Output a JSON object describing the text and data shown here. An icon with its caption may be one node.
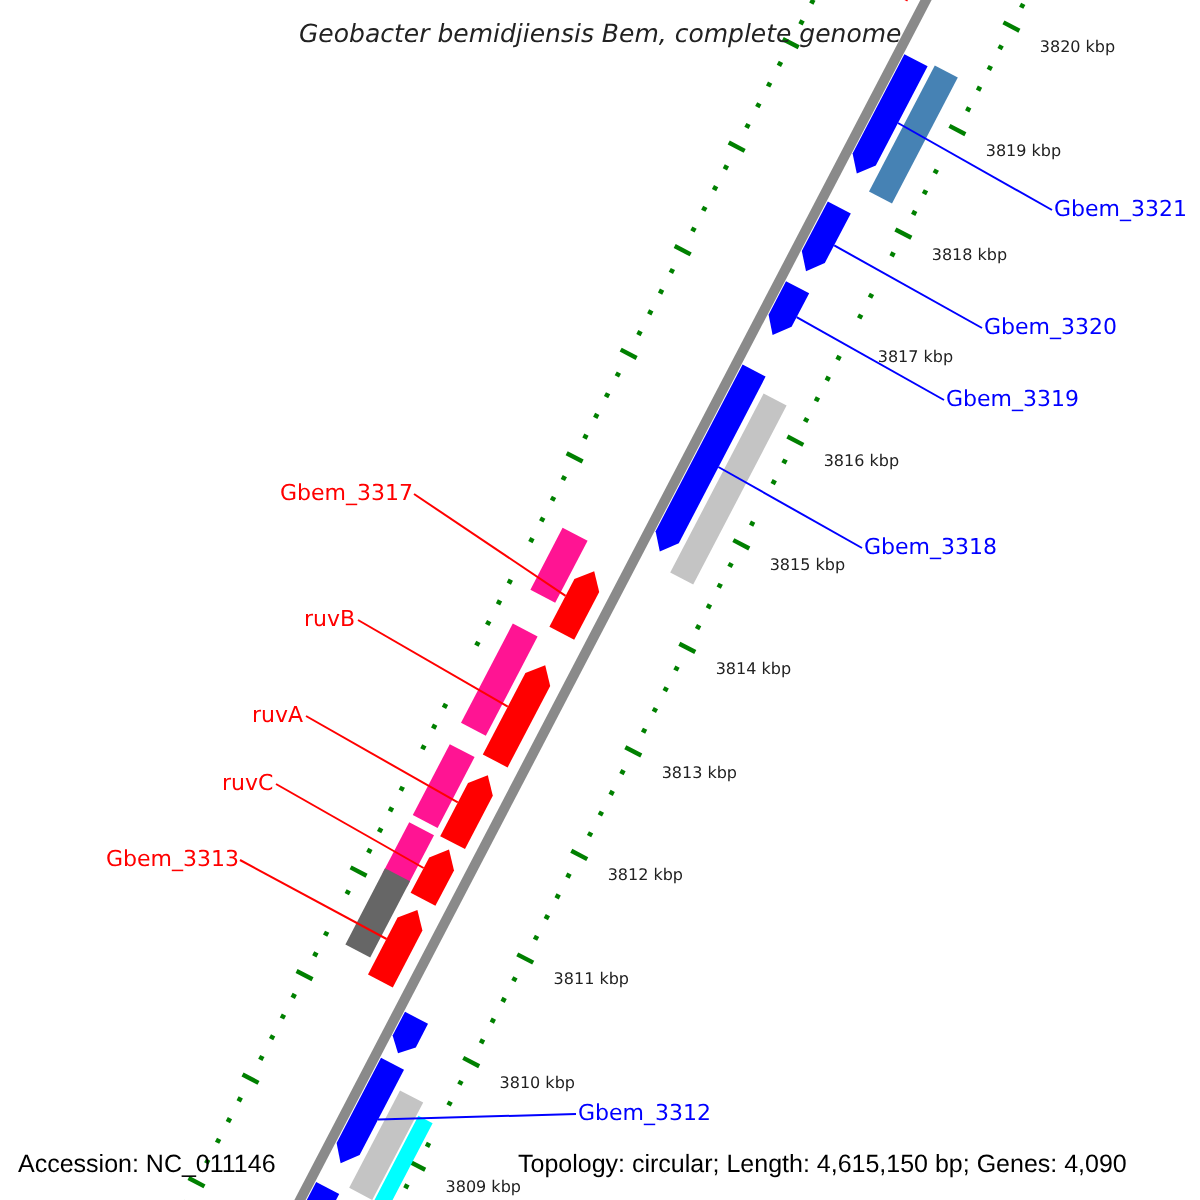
{
  "diagram": {
    "title": "Geobacter bemidjiensis Bem, complete genome",
    "nodes": [
      {
        "text": [
          "Gbem_3321"
        ]
      },
      {
        "text": [
          "Gbem_3320"
        ]
      },
      {
        "text": [
          "Gbem_3319"
        ]
      },
      {
        "text": [
          "Gbem_3317"
        ]
      },
      {
        "text": [
          "Gbem_3318"
        ]
      },
      {
        "text": [
          "ruvB"
        ]
      },
      {
        "text": [
          "ruvA"
        ]
      },
      {
        "text": [
          "ruvC"
        ]
      },
      {
        "text": [
          "Gbem_3313"
        ]
      },
      {
        "text": [
          "Gbem_3312"
        ]
      },
      {
        "text": [],
        "shape": "box"
      },
      {
        "text": [],
        "shape": "box"
      },
      {
        "text": [],
        "shape": "box"
      },
      {
        "text": [],
        "shape": "box"
      },
      {
        "text": [],
        "shape": "box"
      },
      {
        "text": [],
        "shape": "box"
      },
      {
        "text": [],
        "shape": "box"
      },
      {
        "text": [],
        "shape": "box"
      },
      {
        "text": [],
        "shape": "box"
      },
      {
        "text": [],
        "shape": "box"
      },
      {
        "text": [],
        "shape": "box"
      },
      {
        "text": [],
        "shape": "box"
      },
      {
        "text": [],
        "shape": "box"
      },
      {
        "text": [],
        "shape": "box"
      },
      {
        "text": [],
        "shape": "box"
      },
      {
        "text": [],
        "shape": "box"
      },
      {
        "text": [],
        "shape": "box"
      },
      {
        "text": [],
        "shape": "box"
      },
      {
        "text": [],
        "shape": "box"
      },
      {
        "text": [],
        "shape": "box"
      },
      {
        "text": [],
        "shape": "box"
      },
      {
        "text": [],
        "shape": "box"
      }
    ],
    "edges": [
      {
        "from": 0,
        "to": 11,
        "arrow": "none",
        "color": "#0000ff"
      },
      {
        "from": 1,
        "to": 13,
        "arrow": "none",
        "color": "#0000ff"
      },
      {
        "from": 2,
        "to": 14,
        "arrow": "none",
        "color": "#0000ff"
      },
      {
        "from": 4,
        "to": 15,
        "arrow": "none",
        "color": "#0000ff"
      },
      {
        "from": 3,
        "to": 18,
        "arrow": "none",
        "color": "#ff0000"
      },
      {
        "from": 5,
        "to": 20,
        "arrow": "none",
        "color": "#ff0000"
      },
      {
        "from": 6,
        "to": 22,
        "arrow": "none",
        "color": "#ff0000"
      },
      {
        "from": 7,
        "to": 24,
        "arrow": "none",
        "color": "#ff0000"
      },
      {
        "from": 8,
        "to": 26,
        "arrow": "none",
        "color": "#ff0000"
      },
      {
        "from": 9,
        "to": 28,
        "arrow": "none",
        "color": "#0000ff"
      }
    ],
    "labels": [
      "3820 kbp",
      "3819 kbp",
      "3818 kbp",
      "3817 kbp",
      "3816 kbp",
      "3815 kbp",
      "3814 kbp",
      "3813 kbp",
      "3812 kbp",
      "3811 kbp",
      "3810 kbp",
      "3809 kbp",
      "Accession: NC_011146",
      "Topology: circular; Length: 4,615,150 bp; Genes: 4,090"
    ]
  }
}
